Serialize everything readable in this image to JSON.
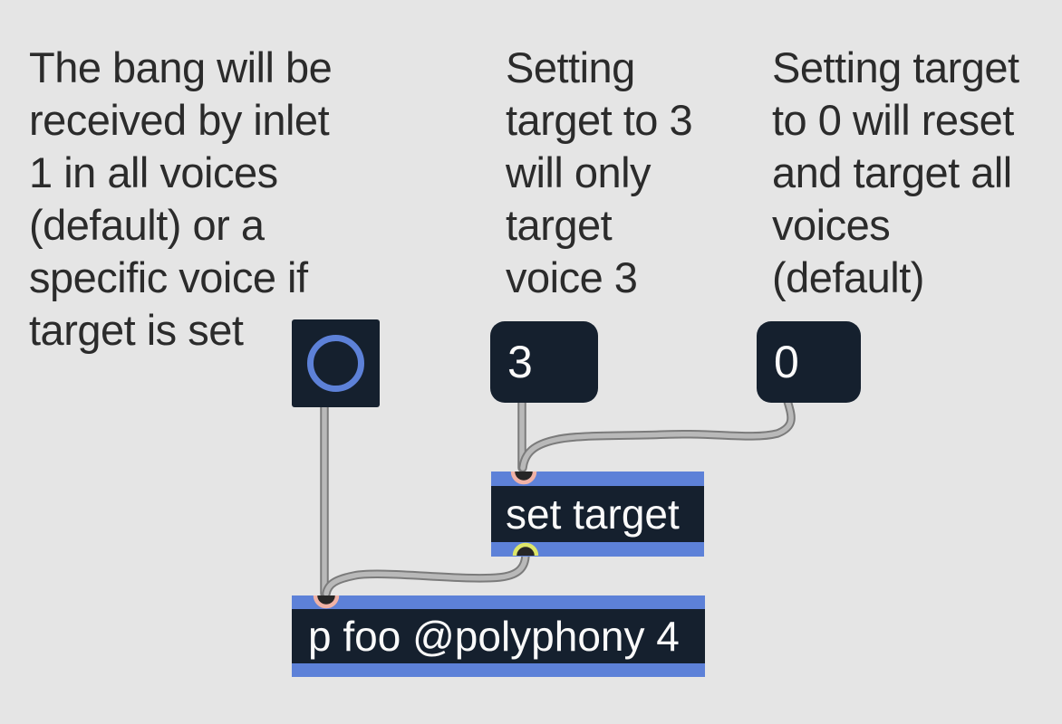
{
  "app": "max-patcher-canvas",
  "comments": [
    {
      "name": "comment-bang",
      "text": "The bang will be received by inlet 1 in all voices (default) or a specific voice if target is set",
      "lines": [
        "The bang will be",
        "received by inlet",
        "1 in all voices",
        "(default) or a",
        "specific voice if",
        "target is set"
      ]
    },
    {
      "name": "comment-target-3",
      "text": "Setting target to 3 will only target voice 3",
      "lines": [
        "Setting",
        "target to 3",
        "will only",
        "target",
        "voice 3"
      ]
    },
    {
      "name": "comment-target-0",
      "text": "Setting target to 0 will reset and target all voices (default)",
      "lines": [
        "Setting target",
        "to 0 will reset",
        "and target all",
        "voices",
        "(default)"
      ]
    }
  ],
  "objects": {
    "bang": {
      "type": "button"
    },
    "message_3": {
      "text": "3"
    },
    "message_0": {
      "text": "0"
    },
    "set_target": {
      "text": "set target"
    },
    "subpatcher": {
      "text": "p foo @polyphony 4"
    }
  },
  "colors": {
    "background": "#e5e5e5",
    "comment_text": "#2b2b2b",
    "box_fill": "#15202e",
    "accent_blue": "#5d81d8",
    "box_text": "#fafafa",
    "cord_fill": "#b9b9b9",
    "cord_outline": "#7b7b7b",
    "inlet_ring_hot": "#f0b2a6",
    "outlet_ring": "#dde669",
    "port_fill": "#262626"
  }
}
